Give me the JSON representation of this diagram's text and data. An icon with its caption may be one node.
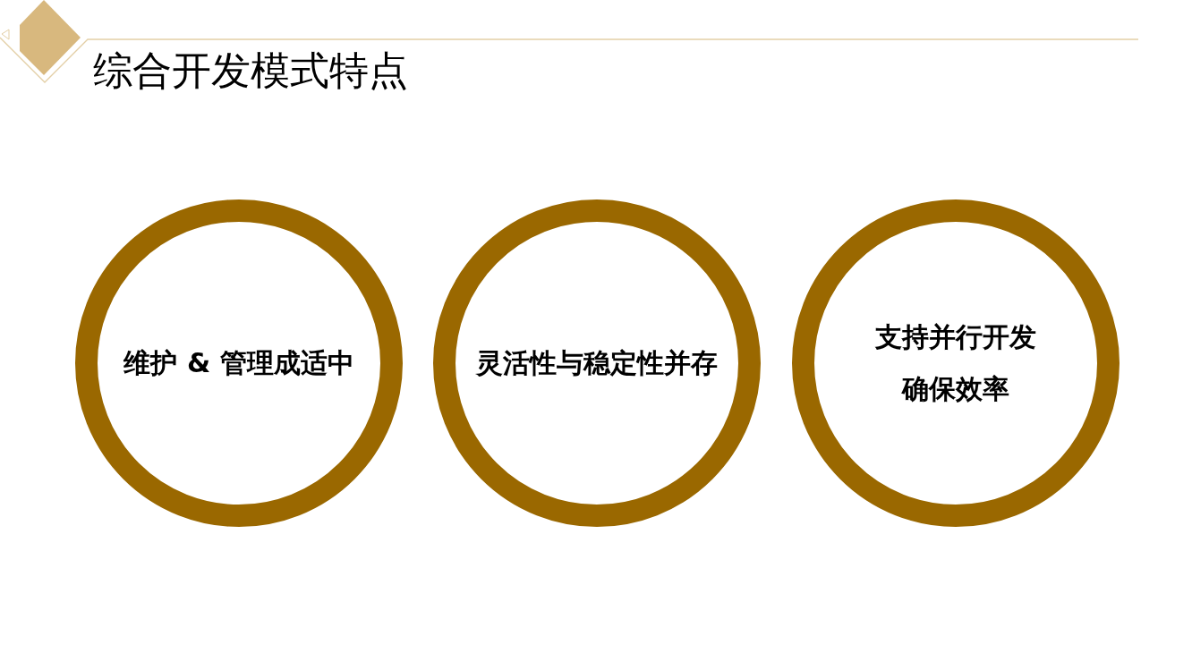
{
  "diagram": {
    "title": "综合开发模式特点",
    "nodes": [
      {
        "text": [
          "维护 & 管理成适中"
        ]
      },
      {
        "text": [
          "灵活性与稳定性并存"
        ]
      },
      {
        "text": [
          "支持并行开发确保效率"
        ]
      }
    ]
  }
}
